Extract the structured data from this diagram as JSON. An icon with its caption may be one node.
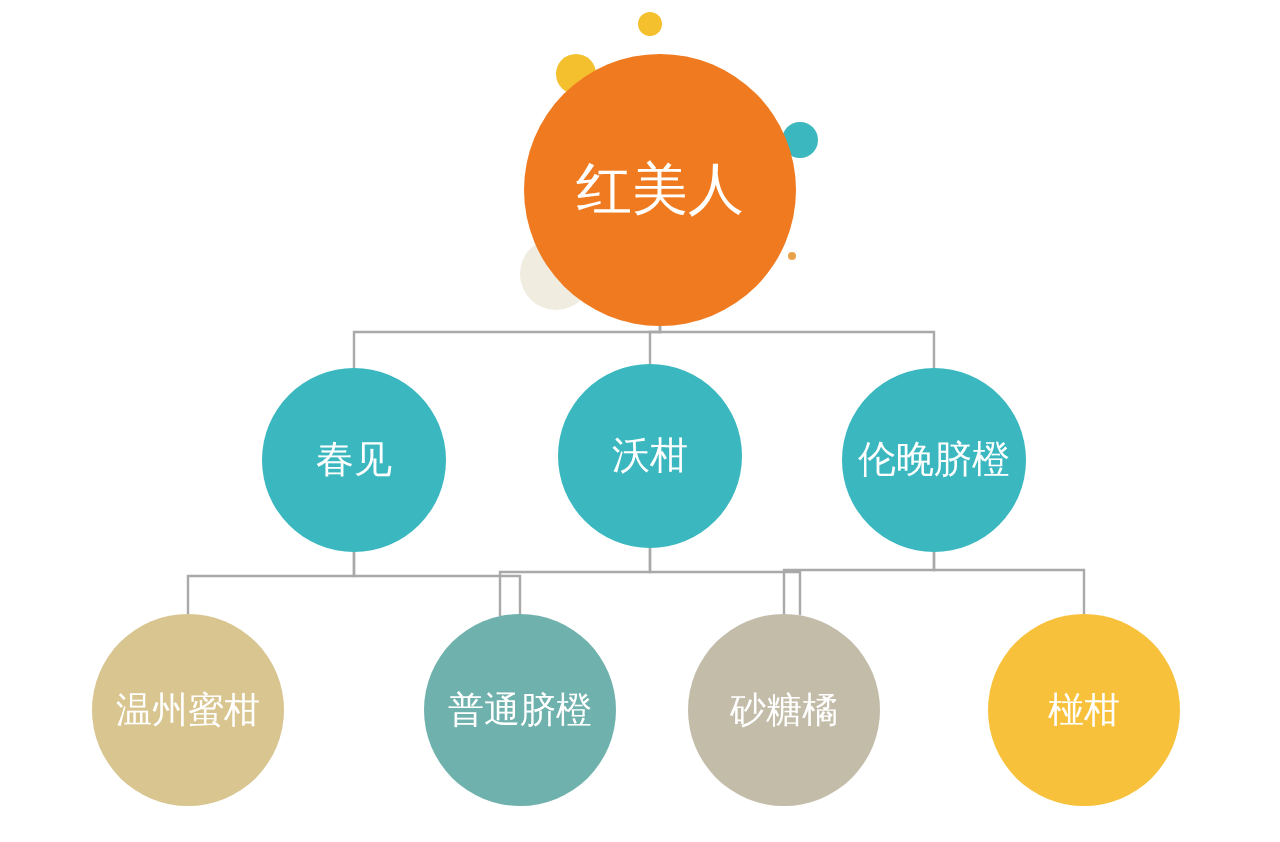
{
  "diagram": {
    "nodes": [
      {
        "text": [
          "红美人"
        ]
      },
      {
        "text": [
          "春见"
        ]
      },
      {
        "text": [
          "沃柑"
        ]
      },
      {
        "text": [
          "伦晚脐橙"
        ]
      },
      {
        "text": [
          "温州蜜柑"
        ]
      },
      {
        "text": [
          "普通脐橙"
        ]
      },
      {
        "text": [
          "砂糖橘"
        ]
      },
      {
        "text": [
          "椪柑"
        ]
      }
    ],
    "edges": [
      {
        "from": 0,
        "to": 1,
        "arrow": "none"
      },
      {
        "from": 0,
        "to": 2,
        "arrow": "none"
      },
      {
        "from": 0,
        "to": 3,
        "arrow": "none"
      },
      {
        "from": 1,
        "to": 4,
        "arrow": "none"
      },
      {
        "from": 1,
        "to": 5,
        "arrow": "none"
      },
      {
        "from": 2,
        "to": 5,
        "arrow": "none"
      },
      {
        "from": 2,
        "to": 6,
        "arrow": "none"
      },
      {
        "from": 3,
        "to": 6,
        "arrow": "none"
      },
      {
        "from": 3,
        "to": 7,
        "arrow": "none"
      }
    ]
  }
}
